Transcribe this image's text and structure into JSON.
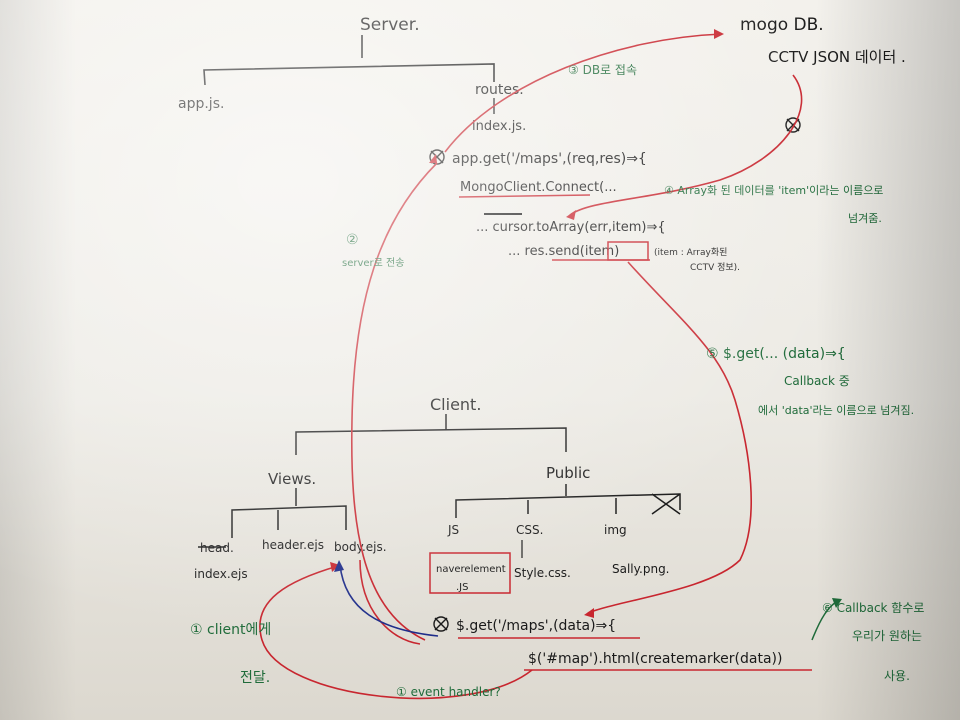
{
  "server": {
    "root": "Server.",
    "app_js": "app.js.",
    "routes": "routes.",
    "index_js": "index.js.",
    "code_line1": "app.get('/maps',(req,res)⇒{",
    "code_line2": "MongoClient.Connect(...",
    "code_line3": "... cursor.toArray(err,item)⇒{",
    "code_line4": "... res.send(item)",
    "item_note_1": "(item : Array화된",
    "item_note_2": "CCTV 정보)."
  },
  "database": {
    "title": "mogo DB.",
    "subtitle": "CCTV JSON 데이터 ."
  },
  "client": {
    "root": "Client.",
    "views": "Views.",
    "public": "Public",
    "view_files": [
      "head.",
      "index.ejs",
      "header.ejs",
      "body.ejs."
    ],
    "public_files": [
      "JS",
      "CSS.",
      "img"
    ],
    "naver_element": [
      "naverelement",
      ".JS"
    ],
    "style_css": "Style.css.",
    "sally_png": "Sally.png."
  },
  "client_code": {
    "line1": "$.get('/maps',(data)⇒{",
    "line2": "$('#map').html(createmarker(data))"
  },
  "annotations": {
    "step1": [
      "① client에게",
      "전달."
    ],
    "step1_label": "①",
    "event_handler": "① event handler?",
    "step2": [
      "②",
      "server로 전송"
    ],
    "step3": "③ DB로 접속",
    "step4": [
      "④ Array화 된 데이터를 'item'이라는 이름으로",
      "넘겨줌."
    ],
    "step5": [
      "⑤ $.get(... (data)⇒{",
      "Callback 중",
      "에서 'data'라는 이름으로 넘겨짐."
    ],
    "step6": [
      "⑥ Callback 함수로",
      "우리가 원하는",
      "사용."
    ]
  },
  "colors": {
    "ink": "#1a1a1a",
    "red_pen": "#c8262f",
    "green_pen": "#1f6b3a",
    "blue_pen": "#1f2d8a"
  }
}
